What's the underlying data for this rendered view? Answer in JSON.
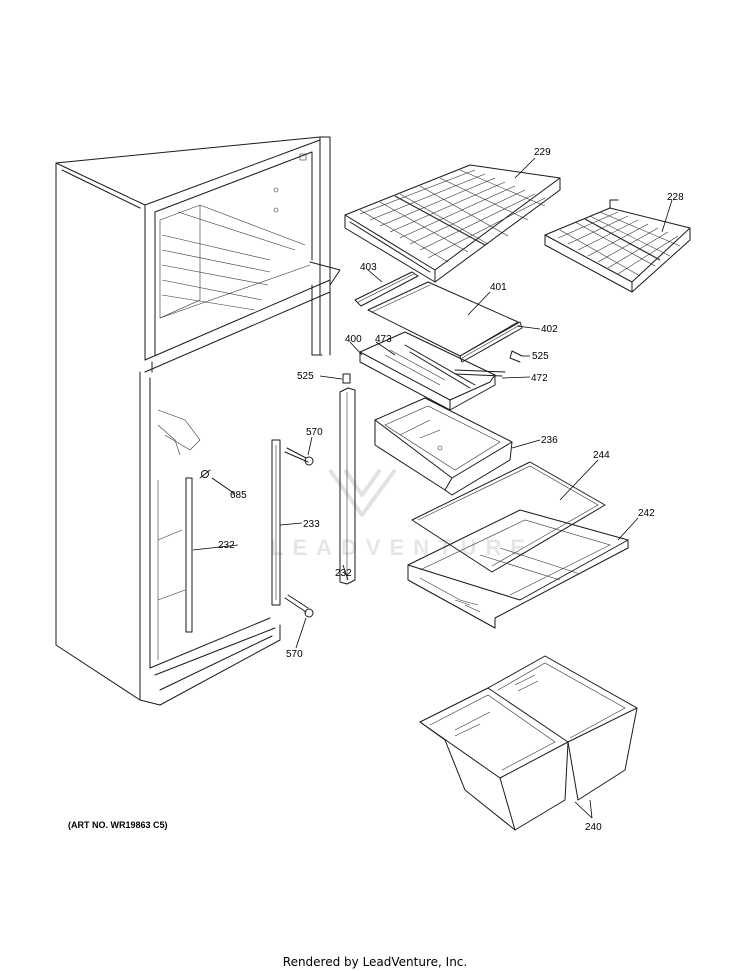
{
  "art_number": "(ART NO. WR19863 C5)",
  "footer": "Rendered by LeadVenture, Inc.",
  "watermark": "LEADVENTURE",
  "callouts": [
    {
      "id": "c229",
      "text": "229"
    },
    {
      "id": "c228",
      "text": "228"
    },
    {
      "id": "c403",
      "text": "403"
    },
    {
      "id": "c401",
      "text": "401"
    },
    {
      "id": "c402",
      "text": "402"
    },
    {
      "id": "c400",
      "text": "400"
    },
    {
      "id": "c473",
      "text": "473"
    },
    {
      "id": "c525a",
      "text": "525"
    },
    {
      "id": "c525b",
      "text": "525"
    },
    {
      "id": "c472",
      "text": "472"
    },
    {
      "id": "c570a",
      "text": "570"
    },
    {
      "id": "c236",
      "text": "236"
    },
    {
      "id": "c244",
      "text": "244"
    },
    {
      "id": "c685",
      "text": "685"
    },
    {
      "id": "c233",
      "text": "233"
    },
    {
      "id": "c232a",
      "text": "232"
    },
    {
      "id": "c242",
      "text": "242"
    },
    {
      "id": "c232b",
      "text": "232"
    },
    {
      "id": "c570b",
      "text": "570"
    },
    {
      "id": "c240",
      "text": "240"
    }
  ]
}
